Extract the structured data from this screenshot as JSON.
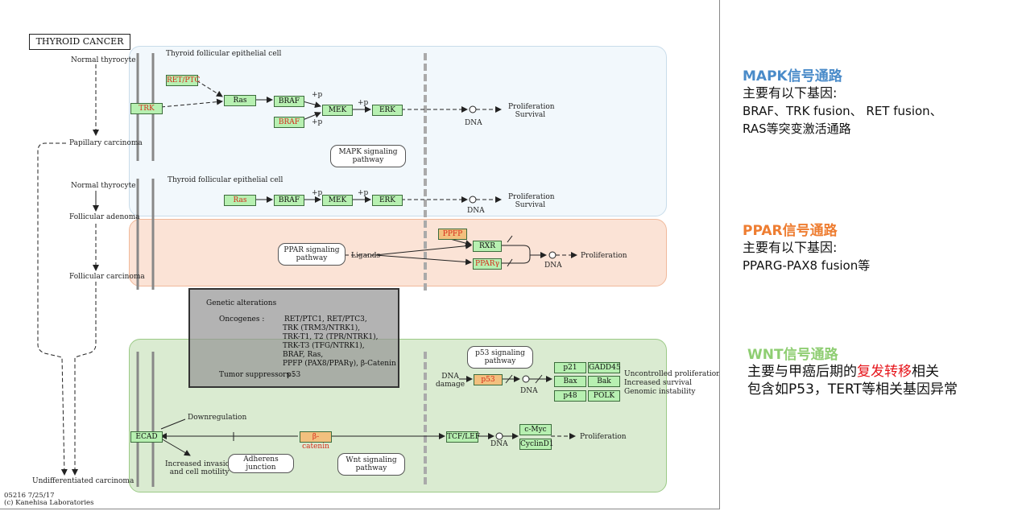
{
  "diagram": {
    "title": "THYROID CANCER",
    "stages": {
      "normal1": "Normal thyrocyte",
      "papillary": "Papillary carcinoma",
      "normal2": "Normal thyrocyte",
      "follicular_adenoma": "Follicular adenoma",
      "follicular_carcinoma": "Follicular carcinoma",
      "undifferentiated": "Undifferentiated carcinoma"
    },
    "cell_labels": {
      "top": "Thyroid follicular epithelial cell",
      "mid": "Thyroid follicular epithelial cell"
    },
    "genes": {
      "ret_ptc": "RET/PTC",
      "trk": "TRK",
      "ras1": "Ras",
      "braf1": "BRAF",
      "braf_mut": "BRAF",
      "mek1": "MEK",
      "erk1": "ERK",
      "ras2": "Ras",
      "braf2": "BRAF",
      "mek2": "MEK",
      "erk2": "ERK",
      "ppfp": "PPFP",
      "rxr": "RXR",
      "ppary": "PPARγ",
      "p53": "p53",
      "p21": "p21",
      "gadd45": "GADD45",
      "bax": "Bax",
      "bak": "Bak",
      "p48": "p48",
      "polk": "POLK",
      "ecad": "ECAD",
      "bcatenin": "β-catenin",
      "tcflef": "TCF/LEF",
      "cmyc": "c-Myc",
      "cyclind1": "CyclinD1"
    },
    "plus_p": "+p",
    "pathways": {
      "mapk": [
        "MAPK signaling",
        "pathway"
      ],
      "ppar": [
        "PPAR signaling",
        "pathway"
      ],
      "p53": [
        "p53 signaling",
        "pathway"
      ],
      "wnt": [
        "Wnt signaling",
        "pathway"
      ],
      "adherens": "Adherens junction"
    },
    "labels": {
      "dna": "DNA",
      "proliferation": "Proliferation",
      "survival": "Survival",
      "ligands": "Ligands",
      "dna_damage": [
        "DNA",
        "damage"
      ],
      "uncontrolled": "Uncontrolled proliferation",
      "increased_survival": "Increased survival",
      "genomic": "Genomic instability",
      "downregulation": "Downregulation",
      "invasion": [
        "Increased invasion",
        "and cell motility"
      ]
    },
    "genetic_alterations": {
      "title": "Genetic alterations",
      "oncogenes_label": "Oncogenes :",
      "oncogenes": [
        "RET/PTC1, RET/PTC3,",
        "TRK (TRM3/NTRK1),",
        "TRK-T1, T2 (TPR/NTRK1),",
        "TRK-T3 (TFG/NTRK1),",
        "BRAF, Ras,",
        "PPFP (PAX8/PPARγ), β-Catenin"
      ],
      "suppressors_label": "Tumor suppressors :",
      "suppressors": "p53"
    },
    "footer": [
      "05216 7/25/17",
      "(c) Kanehisa Laboratories"
    ]
  },
  "notes": {
    "mapk": {
      "title": "MAPK信号通路",
      "color": "#4a8bc9",
      "lines": [
        "主要有以下基因:",
        "BRAF、TRK fusion、 RET fusion、",
        "RAS等突变激活通路"
      ]
    },
    "ppar": {
      "title": "PPAR信号通路",
      "color": "#ee7d31",
      "lines": [
        "主要有以下基因:",
        "PPARG-PAX8 fusion等"
      ]
    },
    "wnt": {
      "title": "WNT信号通路",
      "color": "#8fce73",
      "line1_pre": "主要与甲癌后期的",
      "line1_red": "复发转移",
      "line1_post": "相关",
      "line2": "包含如P53，TERT等相关基因异常"
    }
  }
}
